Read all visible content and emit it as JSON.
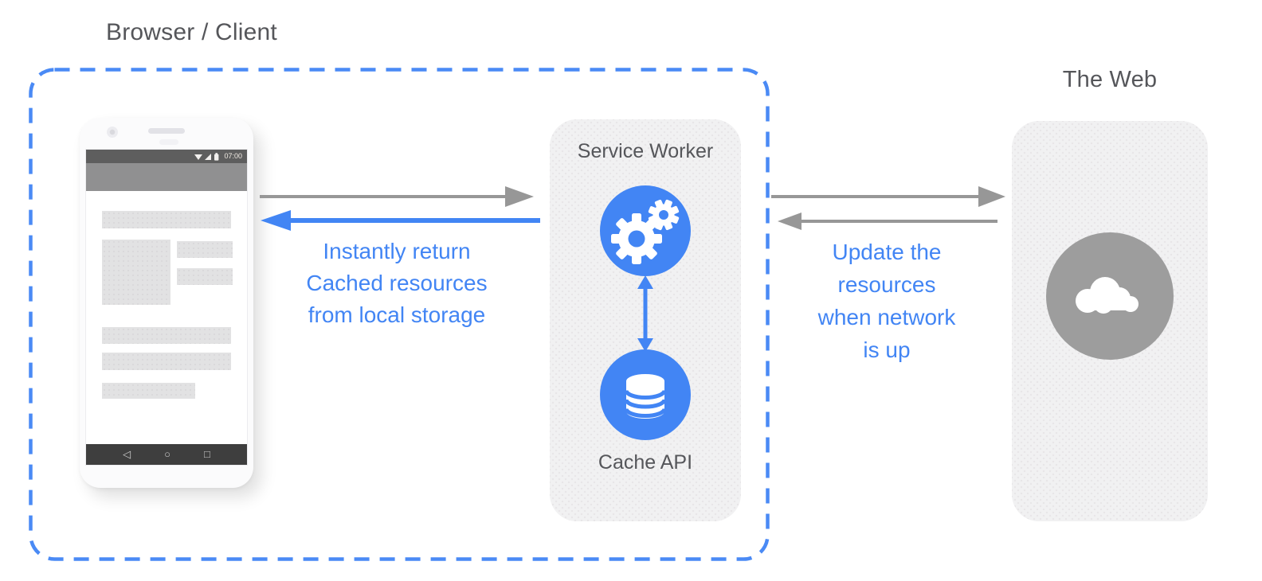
{
  "header": {
    "browser_client_title": "Browser / Client",
    "web_title": "The Web"
  },
  "phone": {
    "status_time": "07:00",
    "nav_back": "◁",
    "nav_home": "○",
    "nav_recents": "□"
  },
  "left_flow": {
    "lines": [
      "Instantly return",
      "Cached resources",
      "from local storage"
    ]
  },
  "right_flow": {
    "lines": [
      "Update the",
      "resources",
      "when network",
      "is up"
    ]
  },
  "service_worker": {
    "title": "Service Worker",
    "cache_api_label": "Cache API"
  },
  "icons": {
    "gears": "gears-icon",
    "database": "database-icon",
    "cloud": "cloud-icon",
    "wifi": "wifi-icon",
    "cell_signal": "cell-signal-icon",
    "battery": "battery-icon",
    "nav_back": "back-triangle-icon",
    "nav_home": "home-circle-icon",
    "nav_recents": "recents-square-icon"
  },
  "colors": {
    "accent_blue": "#4285f4",
    "dashed_border_blue": "#4a8af5",
    "arrow_gray": "#979797",
    "panel_bg": "#f1f1f2",
    "web_circle_gray": "#9d9d9d",
    "title_text": "#55565a"
  }
}
